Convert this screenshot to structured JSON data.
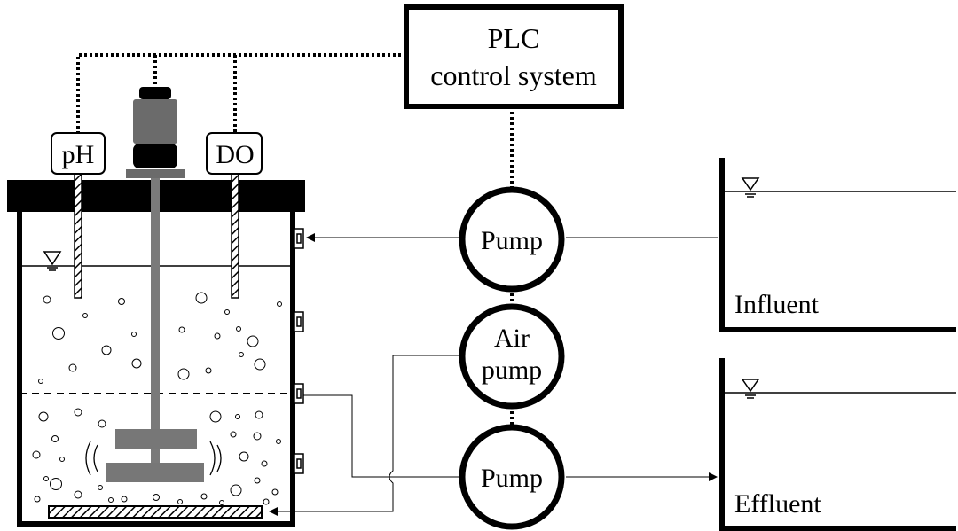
{
  "plc": {
    "line1": "PLC",
    "line2": "control system"
  },
  "sensors": {
    "ph": "pH",
    "do": "DO"
  },
  "pumps": {
    "influent_pump": "Pump",
    "air_pump_line1": "Air",
    "air_pump_line2": "pump",
    "effluent_pump": "Pump"
  },
  "tanks": {
    "influent": "Influent",
    "effluent": "Effluent"
  },
  "colors": {
    "line": "#000000",
    "motor_body": "#6b6b6b",
    "motor_cap": "#000000",
    "shaft": "#7a7a7a",
    "paddle": "#777777"
  }
}
